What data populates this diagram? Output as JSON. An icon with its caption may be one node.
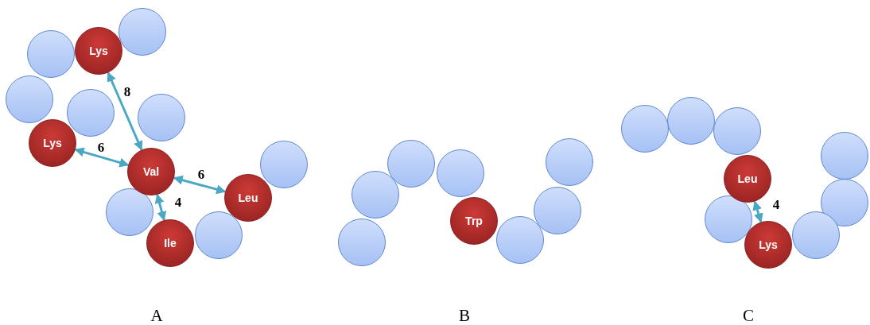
{
  "diagram": {
    "nodes": [
      {
        "text": [],
        "shape": "circle"
      },
      {
        "text": [
          "Lys"
        ]
      },
      {
        "text": [],
        "shape": "circle"
      },
      {
        "text": [],
        "shape": "circle"
      },
      {
        "text": [],
        "shape": "circle"
      },
      {
        "text": [],
        "shape": "circle"
      },
      {
        "text": [
          "Lys"
        ]
      },
      {
        "text": [],
        "shape": "circle"
      },
      {
        "text": [
          "Val"
        ]
      },
      {
        "text": [
          "Leu"
        ]
      },
      {
        "text": [],
        "shape": "circle"
      },
      {
        "text": [],
        "shape": "circle"
      },
      {
        "text": [
          "Ile"
        ]
      },
      {
        "text": [],
        "shape": "circle"
      },
      {
        "text": [],
        "shape": "circle"
      },
      {
        "text": [],
        "shape": "circle"
      },
      {
        "text": [],
        "shape": "circle"
      },
      {
        "text": [],
        "shape": "circle"
      },
      {
        "text": [
          "Trp"
        ]
      },
      {
        "text": [],
        "shape": "circle"
      },
      {
        "text": [],
        "shape": "circle"
      },
      {
        "text": [],
        "shape": "circle"
      },
      {
        "text": [],
        "shape": "circle"
      },
      {
        "text": [],
        "shape": "circle"
      },
      {
        "text": [],
        "shape": "circle"
      },
      {
        "text": [
          "Leu"
        ]
      },
      {
        "text": [],
        "shape": "circle"
      },
      {
        "text": [],
        "shape": "circle"
      },
      {
        "text": [],
        "shape": "circle"
      },
      {
        "text": [
          "Lys"
        ]
      }
    ],
    "edges": [
      {
        "from": 8,
        "to": 1,
        "arrow": "both",
        "label": "8"
      },
      {
        "from": 8,
        "to": 6,
        "arrow": "both",
        "label": "6"
      },
      {
        "from": 8,
        "to": 9,
        "arrow": "both",
        "label": "6"
      },
      {
        "from": 8,
        "to": 12,
        "arrow": "both",
        "label": "4"
      },
      {
        "from": 25,
        "to": 29,
        "arrow": "both",
        "label": "4"
      }
    ],
    "labels": [
      "A",
      "B",
      "C"
    ]
  }
}
